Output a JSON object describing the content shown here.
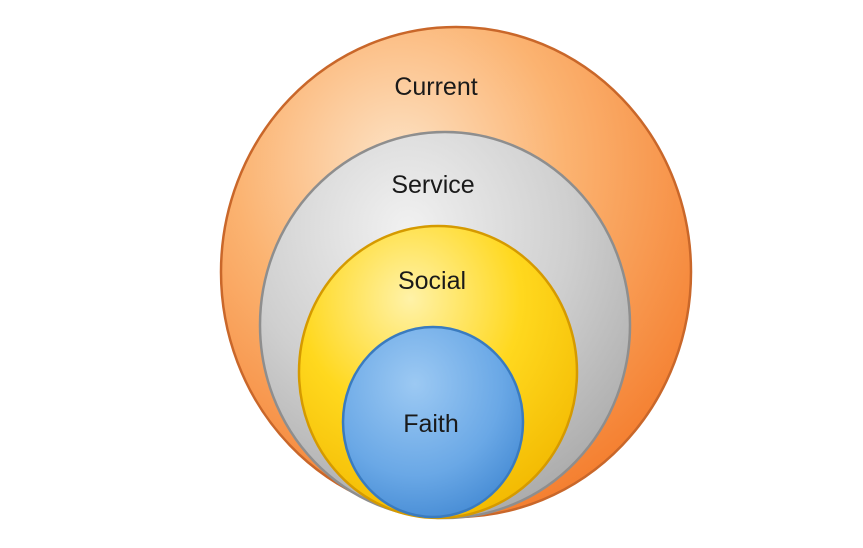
{
  "diagram": {
    "layers": [
      {
        "id": "current",
        "label": "Current",
        "color": "#f7963d"
      },
      {
        "id": "service",
        "label": "Service",
        "color": "#c3c3c3"
      },
      {
        "id": "social",
        "label": "Social",
        "color": "#ffd21f"
      },
      {
        "id": "faith",
        "label": "Faith",
        "color": "#6aa8e6"
      }
    ]
  }
}
